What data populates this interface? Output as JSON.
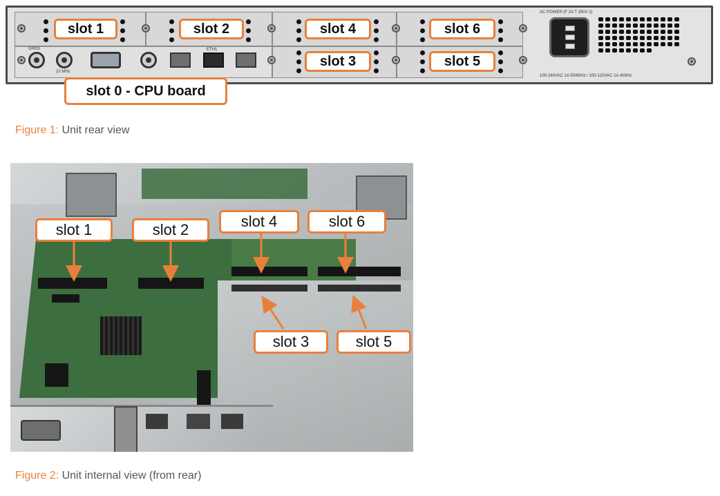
{
  "rear_view": {
    "slots_top": [
      "slot 1",
      "slot 2",
      "slot 4",
      "slot 6"
    ],
    "slots_bottom": [
      "slot 3",
      "slot 5"
    ],
    "cpu_board_label": "slot 0 - CPU board",
    "port_labels": [
      "GNSS",
      "10 MHz",
      "ETH1"
    ],
    "power_label": "AC POWER (F 2A T 250V 2)",
    "power_rating": "100-240VAC 1A 50/60Hz / 100-120VAC 1A 400Hz"
  },
  "figure1": {
    "number": "Figure 1:",
    "text": "Unit rear view"
  },
  "internal_view": {
    "labels": [
      "slot 1",
      "slot 2",
      "slot 4",
      "slot 6",
      "slot 3",
      "slot 5"
    ]
  },
  "figure2": {
    "number": "Figure 2:",
    "text": "Unit internal view (from rear)"
  },
  "colors": {
    "accent": "#e8803b",
    "caption_text": "#555555"
  }
}
